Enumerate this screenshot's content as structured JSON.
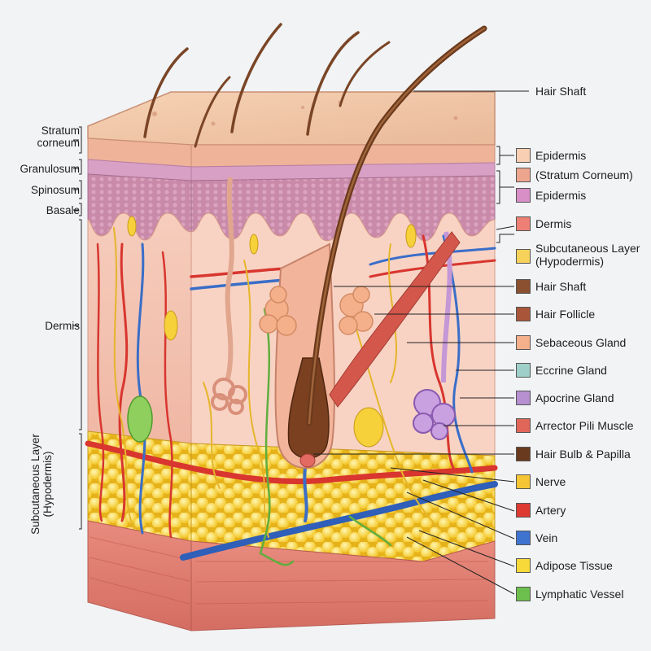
{
  "left_labels": {
    "stratum_corneum": "Stratum corneum",
    "granulosum": "Granulosum",
    "spinosum": "Spinosum",
    "basale": "Basale",
    "dermis": "Dermis",
    "subcutaneous": "Subcutaneous Layer (Hypodermis)"
  },
  "top_label": "Hair Shaft",
  "legend": [
    {
      "label": "Epidermis",
      "color": "#f8cfb2"
    },
    {
      "label": "(Stratum Corneum)",
      "color": "#eea58e"
    },
    {
      "label": "Epidermis",
      "color": "#d78fc5"
    },
    {
      "label": "Dermis",
      "color": "#ee7f74"
    },
    {
      "label": "Subcutaneous Layer (Hypodermis)",
      "color": "#f7d25a"
    },
    {
      "label": "Hair Shaft",
      "color": "#8a5030"
    },
    {
      "label": "Hair Follicle",
      "color": "#a9553a"
    },
    {
      "label": "Sebaceous Gland",
      "color": "#f4b08a"
    },
    {
      "label": "Eccrine Gland",
      "color": "#9fcfc9"
    },
    {
      "label": "Apocrine Gland",
      "color": "#b58fd0"
    },
    {
      "label": "Arrector Pili Muscle",
      "color": "#e0665a"
    },
    {
      "label": "Hair Bulb & Papilla",
      "color": "#6a3a1e"
    },
    {
      "label": "Nerve",
      "color": "#f5c533"
    },
    {
      "label": "Artery",
      "color": "#dd3a32"
    },
    {
      "label": "Vein",
      "color": "#3f73d0"
    },
    {
      "label": "Adipose Tissue",
      "color": "#f8d93a"
    },
    {
      "label": "Lymphatic Vessel",
      "color": "#6cbf4c"
    }
  ]
}
